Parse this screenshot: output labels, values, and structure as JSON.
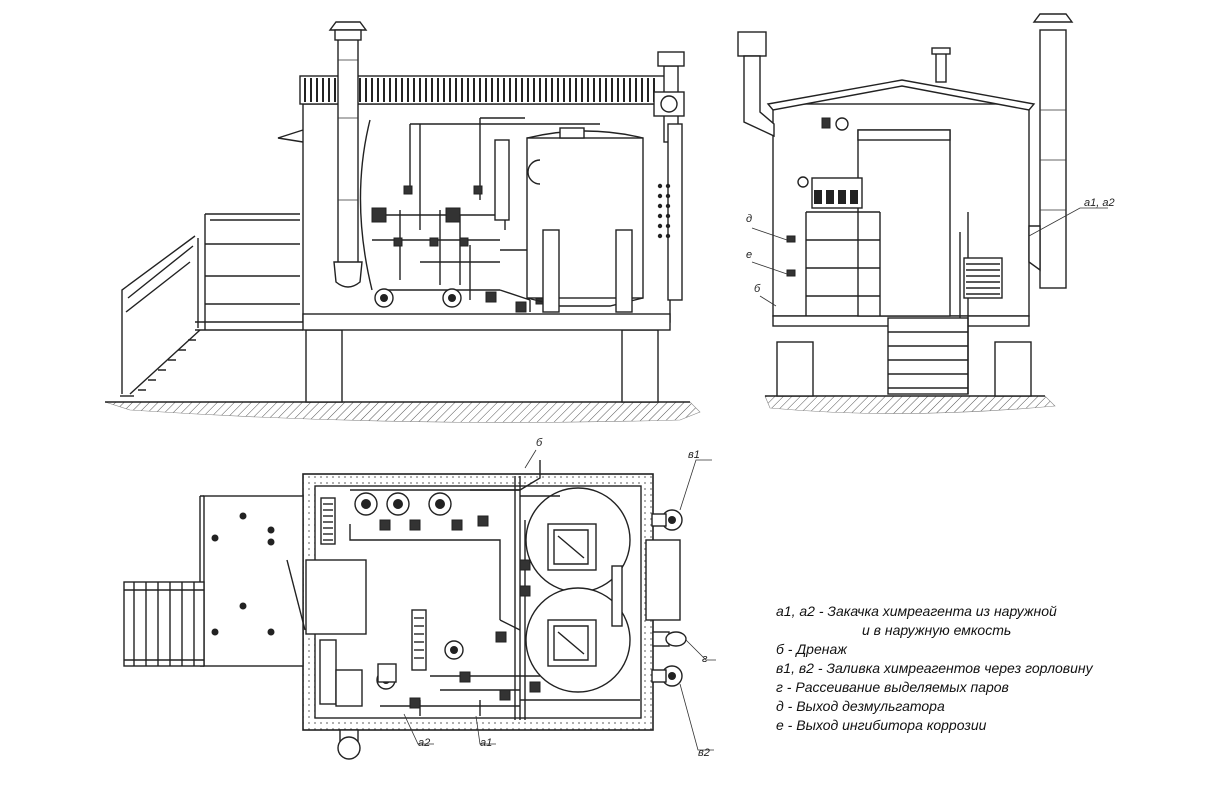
{
  "callouts": {
    "side": {
      "a": "а1, а2",
      "d": "д",
      "e": "е",
      "b": "б"
    },
    "plan": {
      "b": "б",
      "v1": "в1",
      "v2": "в2",
      "g": "г",
      "a1": "а1",
      "a2": "а2"
    }
  },
  "legend": [
    {
      "key": "а1, а2",
      "text": "Закачка химреагента из наружной"
    },
    {
      "key": "",
      "text": "и в наружную емкость"
    },
    {
      "key": "б",
      "text": "Дренаж"
    },
    {
      "key": "в1, в2",
      "text": "Заливка химреагентов через горловину"
    },
    {
      "key": "г",
      "text": "Рассеивание выделяемых паров"
    },
    {
      "key": "д",
      "text": "Выход дезмульгатора"
    },
    {
      "key": "е",
      "text": "Выход ингибитора коррозии"
    }
  ],
  "colors": {
    "line": "#222222",
    "background": "#ffffff",
    "ground": "#cccccc"
  }
}
